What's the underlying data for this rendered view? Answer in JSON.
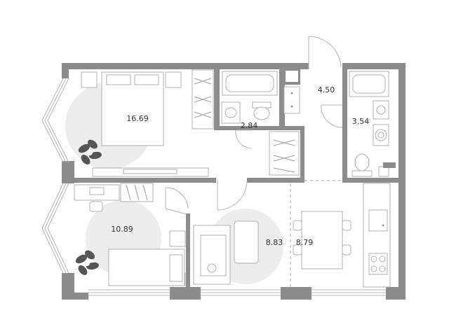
{
  "plan": {
    "rooms": [
      {
        "id": "bedroom-1",
        "area": "16.69"
      },
      {
        "id": "bathroom",
        "area": "2.84"
      },
      {
        "id": "hall-top",
        "area": "4.50"
      },
      {
        "id": "wc",
        "area": "3.54"
      },
      {
        "id": "bedroom-2",
        "area": "10.89"
      },
      {
        "id": "living",
        "area": "8.83"
      },
      {
        "id": "kitchen",
        "area": "8.79"
      }
    ]
  },
  "colors": {
    "wall": "#8c8c8c",
    "fixture_stroke": "#b0b0b0",
    "circle_fill": "#ededed",
    "plant": "#555555"
  }
}
